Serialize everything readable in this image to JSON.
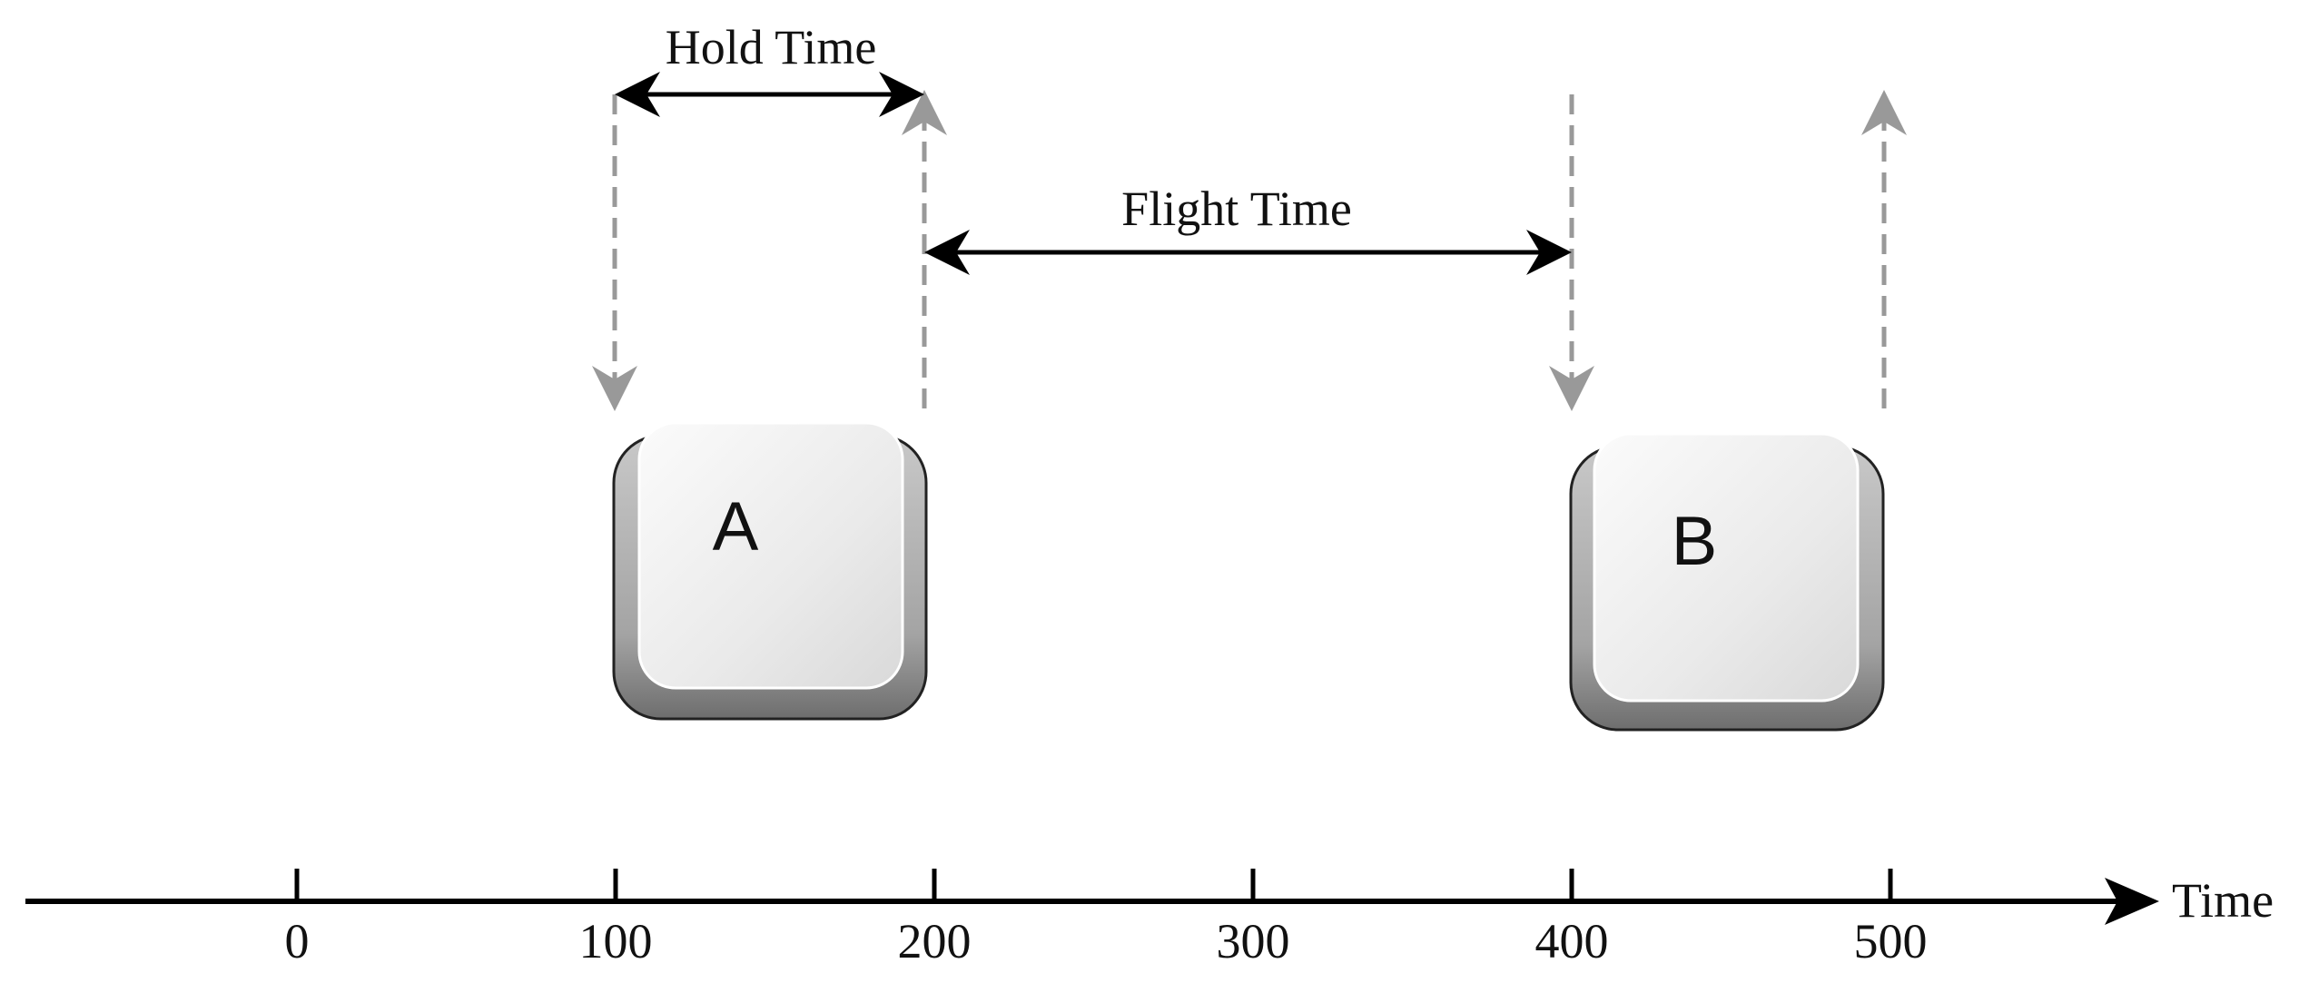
{
  "labels": {
    "hold_time": "Hold Time",
    "flight_time": "Flight Time"
  },
  "axis": {
    "title": "Time",
    "ticks": [
      "0",
      "100",
      "200",
      "300",
      "400",
      "500"
    ]
  },
  "keys": {
    "key_a": "A",
    "key_b": "B"
  },
  "colors": {
    "axis": "#000000",
    "measurement_arrow": "#000000",
    "event_arrow": "#999999",
    "key_face": "#eeeeee",
    "key_side": "#a8a8a8"
  }
}
